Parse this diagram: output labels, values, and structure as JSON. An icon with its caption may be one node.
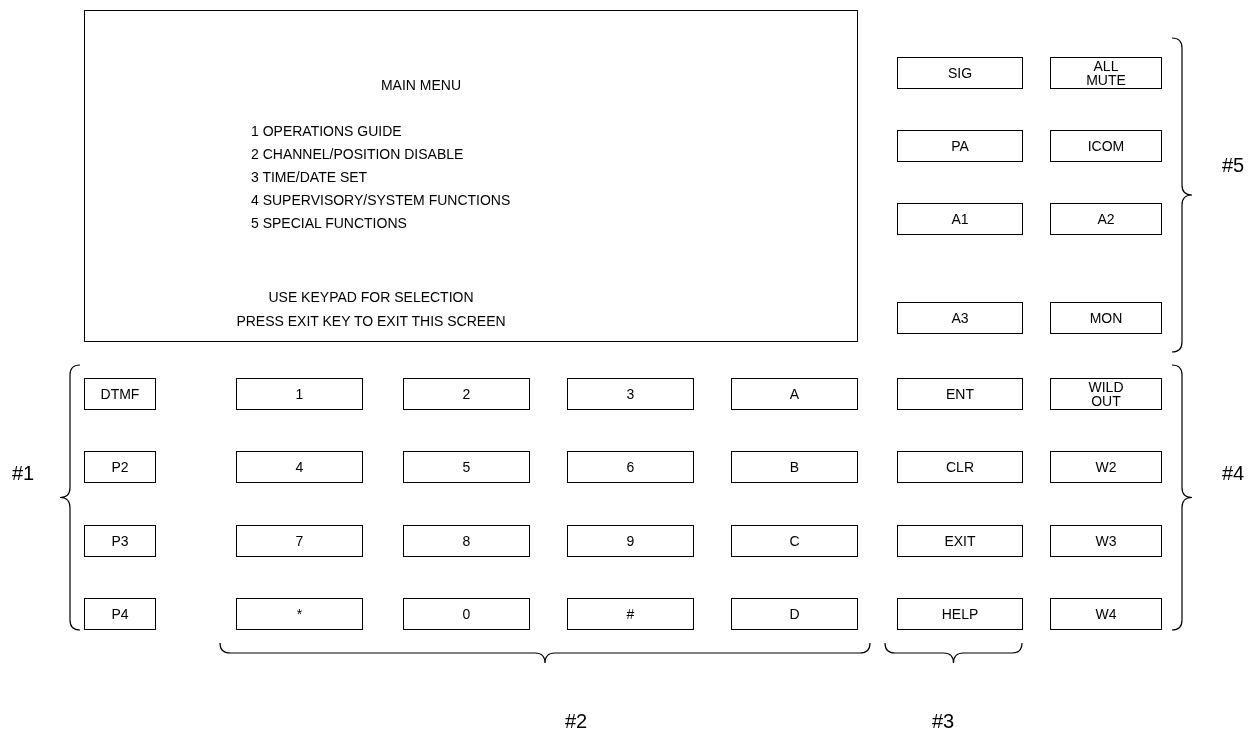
{
  "diagram": {
    "nodes": [
      {
        "text": [
          "MAIN MENU",
          "1 OPERATIONS GUIDE",
          "2 CHANNEL/POSITION DISABLE",
          "3 TIME/DATE SET",
          "4 SUPERVISORY/SYSTEM FUNCTIONS",
          "5 SPECIAL FUNCTIONS",
          "USE KEYPAD FOR SELECTION",
          "PRESS EXIT KEY TO EXIT THIS SCREEN"
        ]
      },
      {
        "text": [
          "SIG"
        ]
      },
      {
        "text": [
          "ALL MUTE"
        ]
      },
      {
        "text": [
          "PA"
        ]
      },
      {
        "text": [
          "ICOM"
        ]
      },
      {
        "text": [
          "A1"
        ]
      },
      {
        "text": [
          "A2"
        ]
      },
      {
        "text": [
          "A3"
        ]
      },
      {
        "text": [
          "MON"
        ]
      },
      {
        "text": [
          "DTMF"
        ]
      },
      {
        "text": [
          "1"
        ]
      },
      {
        "text": [
          "2"
        ]
      },
      {
        "text": [
          "3"
        ]
      },
      {
        "text": [
          "A"
        ]
      },
      {
        "text": [
          "ENT"
        ]
      },
      {
        "text": [
          "WILD OUT"
        ]
      },
      {
        "text": [
          "P2"
        ]
      },
      {
        "text": [
          "4"
        ]
      },
      {
        "text": [
          "5"
        ]
      },
      {
        "text": [
          "6"
        ]
      },
      {
        "text": [
          "B"
        ]
      },
      {
        "text": [
          "CLR"
        ]
      },
      {
        "text": [
          "W2"
        ]
      },
      {
        "text": [
          "P3"
        ]
      },
      {
        "text": [
          "7"
        ]
      },
      {
        "text": [
          "8"
        ]
      },
      {
        "text": [
          "9"
        ]
      },
      {
        "text": [
          "C"
        ]
      },
      {
        "text": [
          "EXIT"
        ]
      },
      {
        "text": [
          "W3"
        ]
      },
      {
        "text": [
          "P4"
        ]
      },
      {
        "text": [
          "*"
        ]
      },
      {
        "text": [
          "0"
        ]
      },
      {
        "text": [
          "#"
        ]
      },
      {
        "text": [
          "D"
        ]
      },
      {
        "text": [
          "HELP"
        ]
      },
      {
        "text": [
          "W4"
        ]
      }
    ],
    "labels": [
      "#5",
      "#1",
      "#4",
      "#2",
      "#3"
    ]
  }
}
